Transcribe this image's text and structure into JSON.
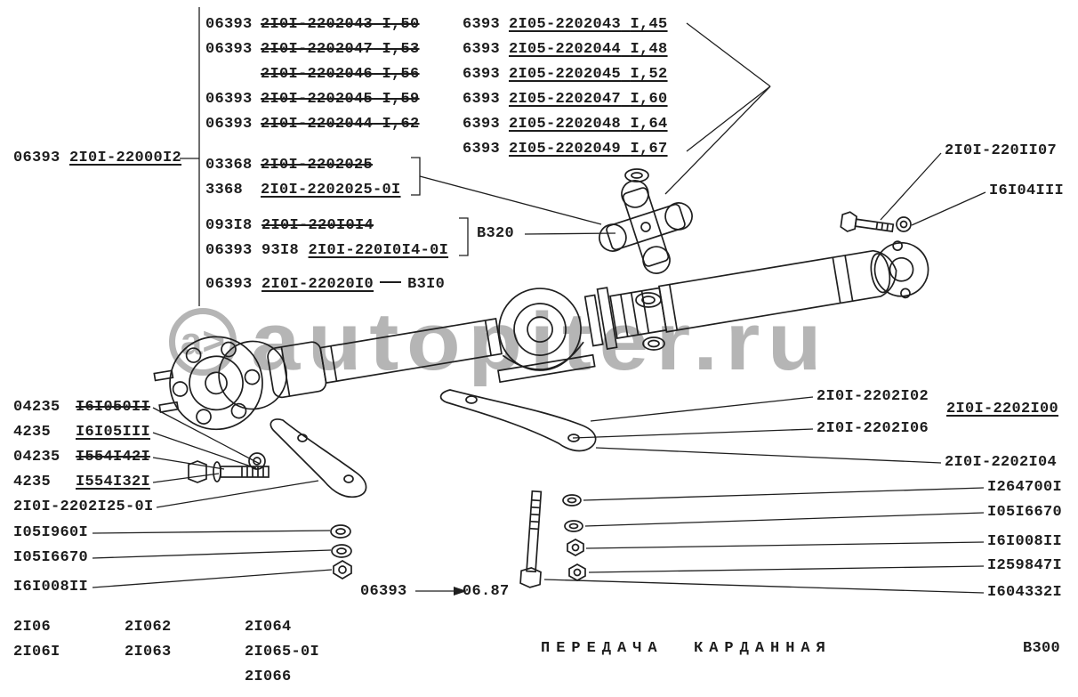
{
  "watermark": {
    "logo_text": "a>",
    "site": "autopiter.ru"
  },
  "table": {
    "left": [
      {
        "code": "06393",
        "part": "2I0I-2202043",
        "value": "I,50"
      },
      {
        "code": "06393",
        "part": "2I0I-2202047",
        "value": "I,53"
      },
      {
        "code": "",
        "part": "2I0I-2202046",
        "value": "I,56"
      },
      {
        "code": "06393",
        "part": "2I0I-2202045",
        "value": "I,59"
      },
      {
        "code": "06393",
        "part": "2I0I-2202044",
        "value": "I,62"
      }
    ],
    "right": [
      {
        "code": "6393",
        "part": "2I05-2202043",
        "value": "I,45"
      },
      {
        "code": "6393",
        "part": "2I05-2202044",
        "value": "I,48"
      },
      {
        "code": "6393",
        "part": "2I05-2202045",
        "value": "I,52"
      },
      {
        "code": "6393",
        "part": "2I05-2202047",
        "value": "I,60"
      },
      {
        "code": "6393",
        "part": "2I05-2202048",
        "value": "I,64"
      },
      {
        "code": "6393",
        "part": "2I05-2202049",
        "value": "I,67"
      }
    ]
  },
  "labels": {
    "assembly": {
      "code": "06393",
      "part": "2I0I-22000I2"
    },
    "cross_old": {
      "code": "03368",
      "part": "2I0I-2202025"
    },
    "cross_new": {
      "code": "3368",
      "part": "2I0I-2202025-0I"
    },
    "joint_old": {
      "code": "093I8",
      "part": "2I0I-220I0I4"
    },
    "joint_new": {
      "code": "06393 93I8",
      "part": "2I0I-220I0I4-0I"
    },
    "moved": {
      "code": "06393",
      "part": "2I0I-22020I0",
      "ref": "В3I0"
    },
    "fig_joint": "В320",
    "right": [
      "2I0I-220II07",
      "I6I04III",
      "2I0I-2202I02",
      "2I0I-2202I00",
      "2I0I-2202I06",
      "2I0I-2202I04",
      "I264700I",
      "I05I6670",
      "I6I008II",
      "I259847I",
      "I604332I"
    ],
    "left_pairs": [
      {
        "code": "04235",
        "part": "I6I050II"
      },
      {
        "code": "4235",
        "part": "I6I05III"
      },
      {
        "code": "04235",
        "part": "I554I42I"
      },
      {
        "code": "4235",
        "part": "I554I32I"
      }
    ],
    "left_singles": [
      "2I0I-2202I25-0I",
      "I05I960I",
      "I05I6670",
      "I6I008II"
    ]
  },
  "revision": {
    "code": "06393",
    "date": "06.87"
  },
  "footer": {
    "models": [
      [
        "2I06",
        "2I062",
        "2I064"
      ],
      [
        "2I06I",
        "2I063",
        "2I065-0I"
      ],
      [
        "",
        "",
        "2I066"
      ]
    ],
    "title": "ПЕРЕДАЧА  КАРДАННАЯ",
    "sheet": "В300"
  }
}
